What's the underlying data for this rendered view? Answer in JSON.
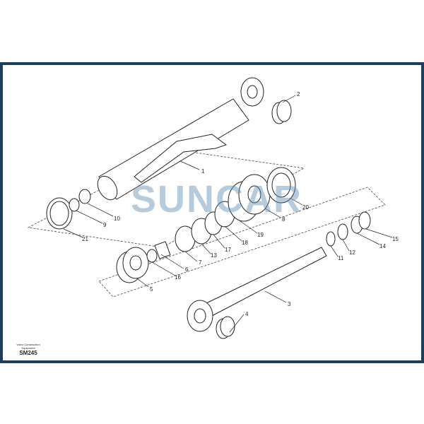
{
  "watermark": "SUNCAR",
  "caption": {
    "line1": "Volvo Construction",
    "line2": "Equipment",
    "code": "SM245"
  },
  "callouts": [
    "1",
    "2",
    "3",
    "4",
    "5",
    "6",
    "7",
    "8",
    "9",
    "10",
    "11",
    "12",
    "13",
    "14",
    "15",
    "16",
    "17",
    "18",
    "19",
    "20",
    "21"
  ],
  "colors": {
    "frame": "#1d3f5e",
    "watermark": "#5f8db0"
  }
}
